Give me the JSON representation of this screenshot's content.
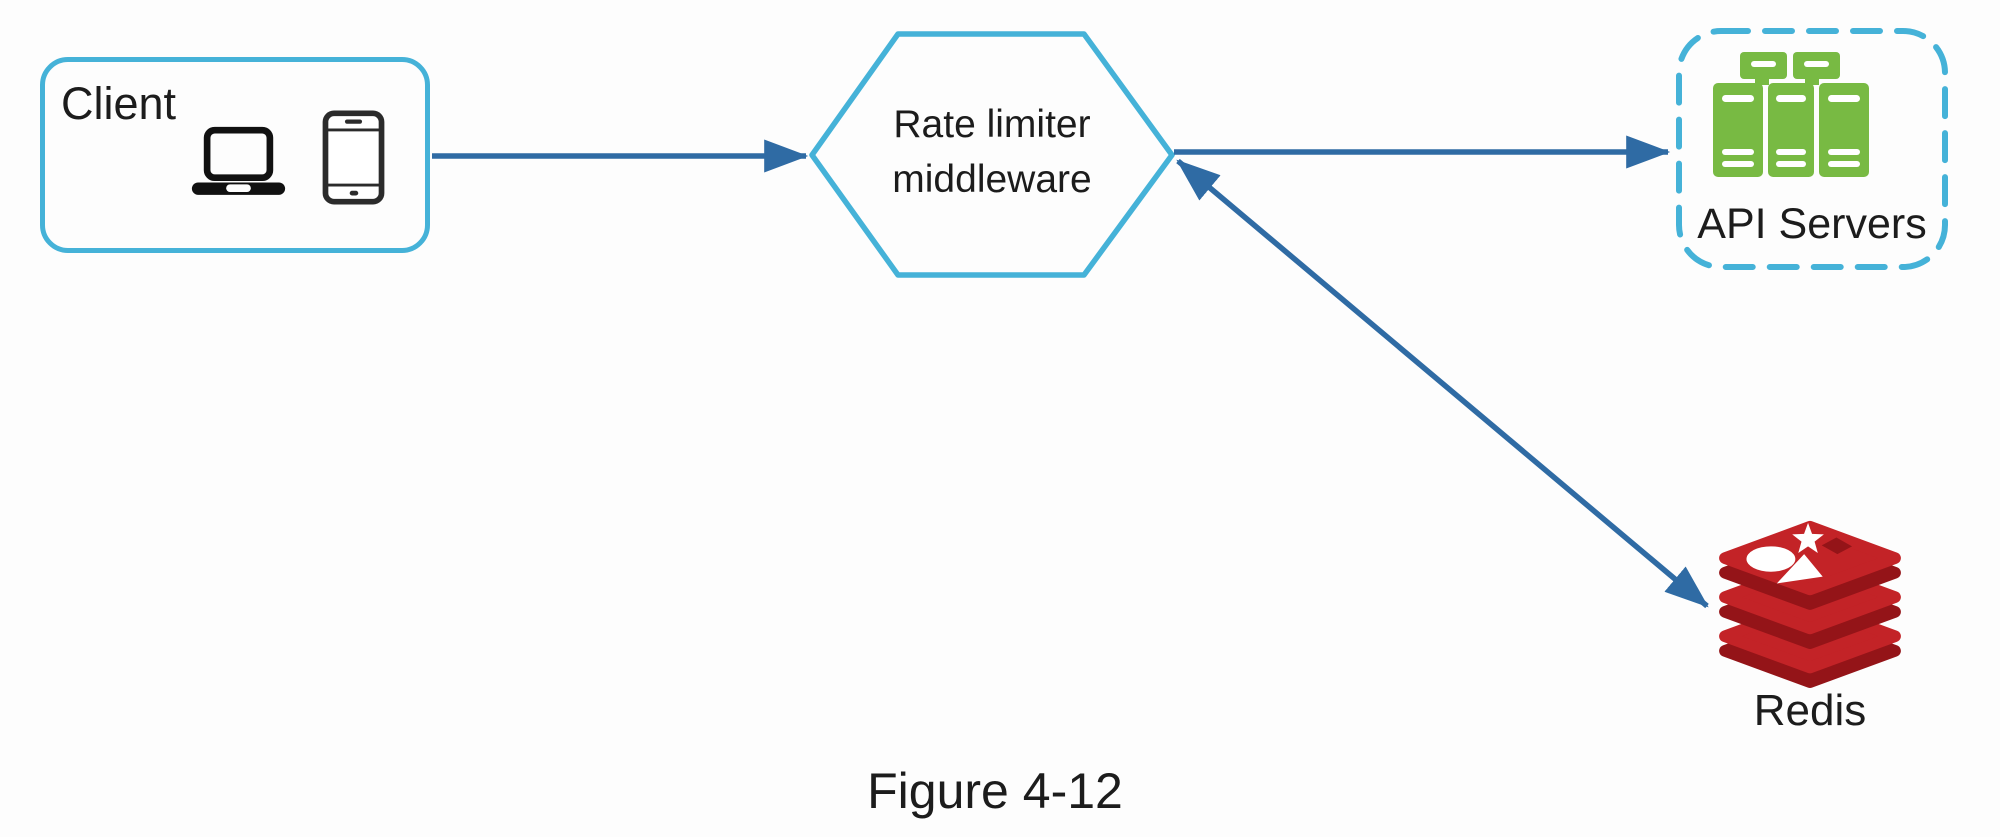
{
  "figure": {
    "caption": "Figure 4-12"
  },
  "colors": {
    "accent": "#45b2d8",
    "arrow": "#2f6ba4",
    "green": "#78ba43",
    "redis": "#c32327",
    "redisDark": "#941418",
    "ink": "#1c1c1c",
    "bg": "#fdfdfd"
  },
  "nodes": {
    "client": {
      "label": "Client",
      "icons": [
        "laptop-icon",
        "smartphone-icon"
      ]
    },
    "rate_limiter": {
      "label_line1": "Rate limiter",
      "label_line2": "middleware",
      "shape": "hexagon"
    },
    "api_servers": {
      "label": "API Servers",
      "icon": "server-rack-icon"
    },
    "redis": {
      "label": "Redis",
      "icon": "redis-database-icon"
    }
  },
  "edges": [
    {
      "from": "Client",
      "to": "Rate limiter middleware",
      "direction": "one-way"
    },
    {
      "from": "Rate limiter middleware",
      "to": "API Servers",
      "direction": "one-way"
    },
    {
      "from": "Rate limiter middleware",
      "to": "Redis",
      "direction": "two-way"
    }
  ]
}
